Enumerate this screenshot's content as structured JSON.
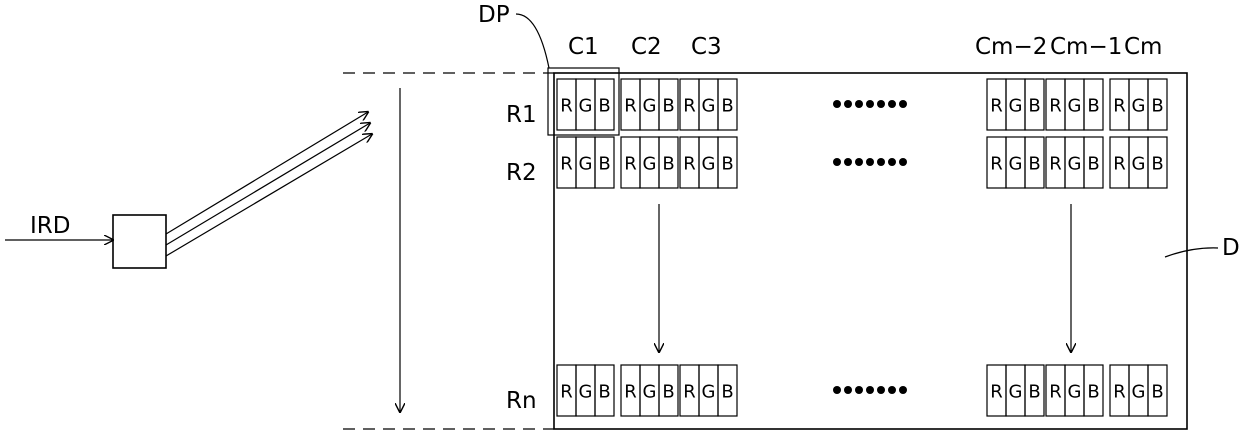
{
  "labels": {
    "dp": "DP",
    "ird": "IRD",
    "d": "D"
  },
  "columns": [
    "C1",
    "C2",
    "C3",
    "Cm−2",
    "Cm−1",
    "Cm"
  ],
  "rows": [
    "R1",
    "R2",
    "Rn"
  ],
  "subpixels": [
    "R",
    "G",
    "B"
  ]
}
